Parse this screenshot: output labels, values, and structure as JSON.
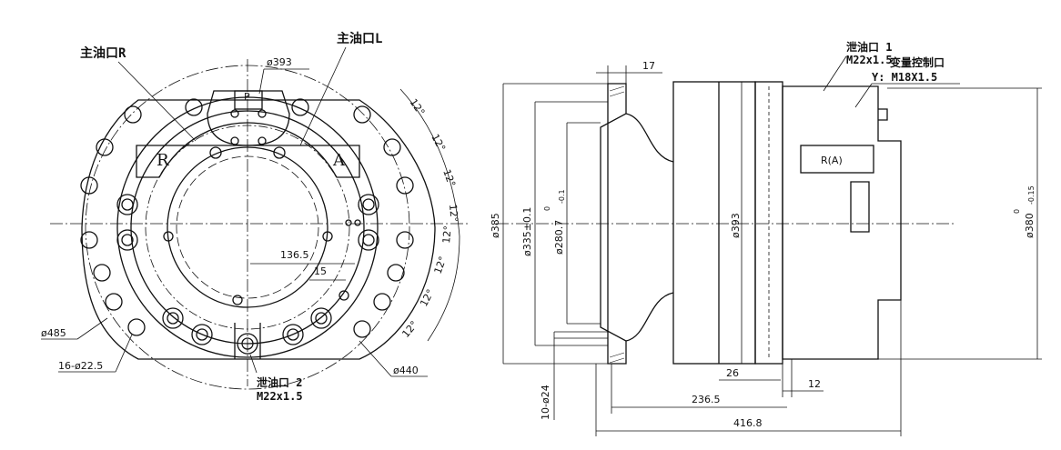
{
  "front_view": {
    "label_main_port_r": "主油口R",
    "label_main_port_l": "主油口L",
    "dia_top": "ø393",
    "letter_r": "R",
    "letter_a": "A",
    "letter_p": "P",
    "angle_labels": [
      "12°",
      "12°",
      "12°",
      "12°",
      "12°",
      "12°",
      "12°",
      "12°"
    ],
    "dim_136": "136.5",
    "dim_15": "15",
    "dia_485": "ø485",
    "holes": "16-ø22.5",
    "dia_440": "ø440",
    "drain2_title": "泄油口 2",
    "drain2_thread": "M22x1.5"
  },
  "side_view": {
    "drain1_title": "泄油口 1",
    "drain1_thread": "M22x1.5",
    "variable_title": "变量控制口",
    "variable_thread": "Y: M18X1.5",
    "dim_17": "17",
    "dia_385": "ø385",
    "dia_335": "ø335±0.1",
    "dia_280": "ø280.7",
    "dia_280_tol_top": "0",
    "dia_280_tol_bot": "-0.1",
    "dia_393": "ø393",
    "port_ra": "R(A)",
    "dia_380": "ø380",
    "dia_380_tol_top": "0",
    "dia_380_tol_bot": "-0.15",
    "dim_26": "26",
    "dim_12": "12",
    "dim_236": "236.5",
    "dim_416": "416.8",
    "holes_bottom": "10-ø24"
  }
}
